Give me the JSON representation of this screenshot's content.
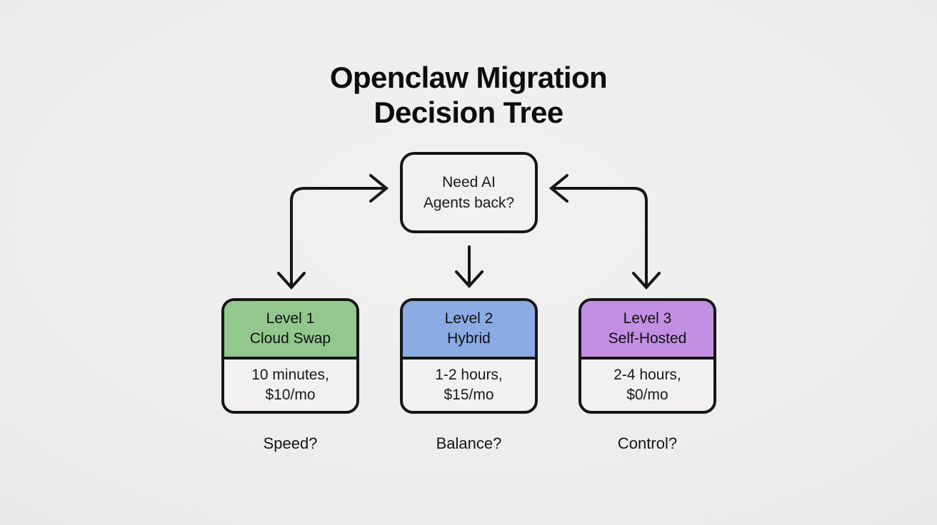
{
  "title": {
    "line1": "Openclaw Migration",
    "line2": "Decision Tree"
  },
  "decision_node": {
    "line1": "Need AI",
    "line2": "Agents back?"
  },
  "options": [
    {
      "level": "Level 1",
      "name": "Cloud Swap",
      "time": "10 minutes,",
      "cost": "$10/mo",
      "question": "Speed?",
      "header_color": "#92c88e"
    },
    {
      "level": "Level 2",
      "name": "Hybrid",
      "time": "1-2 hours,",
      "cost": "$15/mo",
      "question": "Balance?",
      "header_color": "#8babe4"
    },
    {
      "level": "Level 3",
      "name": "Self-Hosted",
      "time": "2-4 hours,",
      "cost": "$0/mo",
      "question": "Control?",
      "header_color": "#c28fe3"
    }
  ],
  "colors": {
    "background": "#ebecec",
    "card_fill": "#f2f1ef",
    "stroke": "#161616",
    "ink": "#1a1a1a"
  }
}
